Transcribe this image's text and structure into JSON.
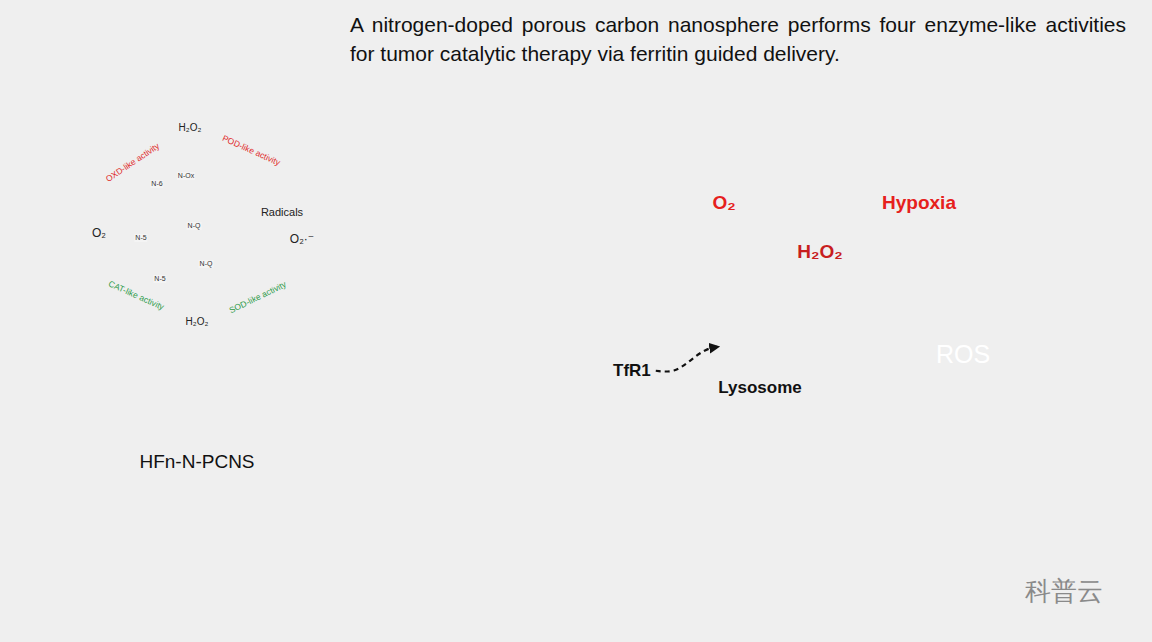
{
  "diagram": {
    "title": "A nitrogen-doped porous carbon nanosphere performs four enzyme-like activities for tumor catalytic therapy via ferritin guided delivery.",
    "nodes": [
      {
        "text": [
          "H₂O₂",
          "OXD-like activity",
          "POD-like activity",
          "N-6",
          "N-Ox",
          "Radicals",
          "O₂",
          "N-5",
          "N-Q",
          "O₂·⁻",
          "N-Q",
          "N-5",
          "CAT-like activity",
          "SOD-like activity",
          "H₂O₂",
          "HFn-N-PCNS"
        ]
      },
      {
        "text": [
          "O₂",
          "Hypoxia"
        ]
      },
      {
        "text": [
          "TfR1"
        ],
        "in": 1
      },
      {
        "text": [
          "H₂O₂",
          "Lysosome"
        ],
        "in": 1
      },
      {
        "text": [
          "ROS"
        ],
        "in": 1
      }
    ],
    "edges": [
      {
        "from": 2,
        "to": 3,
        "arrow": "to"
      }
    ],
    "labels": [
      "科普云"
    ]
  }
}
